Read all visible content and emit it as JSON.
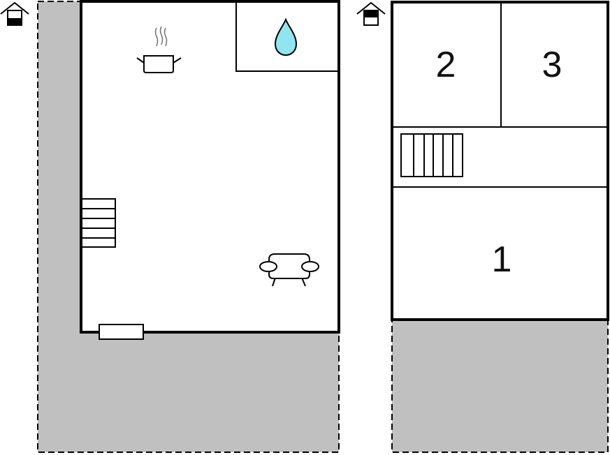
{
  "floors": [
    {
      "level_icon": "house-ground-floor-icon",
      "rooms": [
        {
          "name": "kitchen",
          "icon": "cooking-pot-icon"
        },
        {
          "name": "bathroom",
          "icon": "water-drop-icon"
        },
        {
          "name": "living-area",
          "icon": "sofa-icon"
        },
        {
          "name": "stairs",
          "icon": "staircase-icon"
        },
        {
          "name": "entrance",
          "icon": "door-icon"
        }
      ]
    },
    {
      "level_icon": "house-upper-floor-icon",
      "rooms": [
        {
          "name": "bedroom-2",
          "label": "2"
        },
        {
          "name": "bedroom-3",
          "label": "3"
        },
        {
          "name": "stairs",
          "icon": "staircase-icon"
        },
        {
          "name": "bedroom-1",
          "label": "1"
        }
      ]
    }
  ],
  "colors": {
    "outdoor_area": "#c0c0c0",
    "walls": "#000000",
    "water": "#8fe6f0"
  }
}
